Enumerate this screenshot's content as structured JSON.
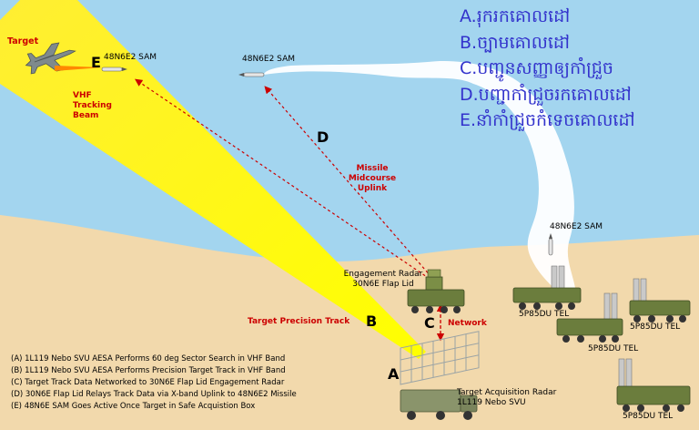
{
  "labels": {
    "target": "Target",
    "step_e": "E",
    "sam_1": "48N6E2 SAM",
    "sam_2": "48N6E2 SAM",
    "sam_3": "48N6E2 SAM",
    "vhf_beam": "VHF\nTracking\nBeam",
    "step_d": "D",
    "midcourse_uplink": "Missile\nMidcourse\nUplink",
    "engagement_radar": "Engagement Radar\n30N6E Flap Lid",
    "target_precision_track": "Target Precision Track",
    "step_b": "B",
    "step_c": "C",
    "network": "Network",
    "step_a": "A",
    "acquisition_radar": "Target Acquisition Radar\n1L119 Nebo SVU",
    "tel_1": "5P85DU TEL",
    "tel_2": "5P85DU TEL",
    "tel_3": "5P85DU TEL",
    "tel_4": "5P85DU TEL"
  },
  "khmer_steps": [
    "A.រុករកគោលដៅ",
    "B.ច្បាមគោលដៅ",
    "C.បញ្ជូនសញ្ញាឲ្យកាំជ្រួច",
    "D.បញ្ជាកាំជ្រួចរកគោលដៅ",
    "E.នាំកាំជ្រួចកំទេចគោលដៅ"
  ],
  "legend": [
    "(A) 1L119 Nebo SVU AESA Performs 60 deg Sector Search in VHF Band",
    "(B) 1L119 Nebo SVU AESA Performs Precision Target Track in VHF Band",
    "(C) Target Track Data Networked to 30N6E Flap Lid Engagement Radar",
    "(D) 30N6E Flap Lid Relays Track Data via X-band Uplink to 48N6E2 Missile",
    "(E) 48N6E SAM Goes Active Once Target in Safe Acquistion Box"
  ],
  "colors": {
    "sky": "#a3d5ef",
    "ground": "#f2d9ac",
    "beam": "#ffff00",
    "link_red": "#cc0000",
    "khmer_text": "#3333cc",
    "vehicle_camo": "#6b7d3d"
  }
}
